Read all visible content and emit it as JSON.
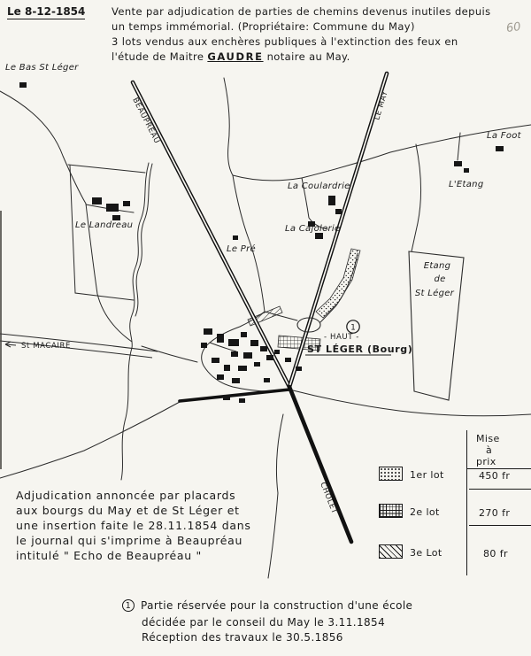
{
  "page": {
    "paper": "#f6f5f0",
    "ink": "#1a1a1a"
  },
  "header": {
    "date": "Le 8-12-1854",
    "line1": "Vente par adjudication de parties de chemins devenus inutiles depuis",
    "line2": "un temps immémorial.  (Propriétaire:  Commune du May)",
    "line3": "3 lots vendus aux enchères publiques à l'extinction des feux en",
    "line4a": "l'étude de Maitre ",
    "notary": "GAUDRE",
    "line4b": " notaire au May.",
    "corner_mark": "60"
  },
  "map": {
    "labels": {
      "bas_st_leger": "Le Bas St Léger",
      "la_foot": "La Foot",
      "la_coulardrie": "La Coulardrie",
      "l_etang": "L'Etang",
      "le_landreau": "Le Landreau",
      "la_cajolerie": "La Cajolerie",
      "le_pre": "Le Pré",
      "etang_l1": "Etang",
      "etang_l2": "de",
      "etang_l3": "St Léger",
      "haut": "- HAUT -",
      "st_leger_bourg": "ST LÉGER  (Bourg)",
      "st_macaire": "St MACAIRE",
      "road_nw": "BEAUPREAU",
      "road_ne": "LE MAY",
      "road_se": "CHOLET",
      "marker1": "1"
    }
  },
  "legend": {
    "header_l1": "Mise",
    "header_l2": "à",
    "header_l3": "prix",
    "rows": [
      {
        "lot": "1er lot",
        "price": "450 fr",
        "pattern": "stipple"
      },
      {
        "lot": "2e lot",
        "price": "270 fr",
        "pattern": "grid"
      },
      {
        "lot": "3e Lot",
        "price": "80 fr",
        "pattern": "hatch"
      }
    ]
  },
  "announcement": {
    "line1": "Adjudication annoncée par placards",
    "line2": "aux bourgs du May et de St Léger et",
    "line3": "une insertion faite le 28.11.1854 dans",
    "line4": "le journal qui s'imprime à Beaupréau",
    "line5": "intitulé \" Echo de Beaupréau \""
  },
  "footnote": {
    "marker": "1",
    "line1": "Partie réservée pour la construction d'une école",
    "line2": "décidée par le conseil du May le 3.11.1854",
    "line3": "Réception des travaux le 30.5.1856"
  }
}
